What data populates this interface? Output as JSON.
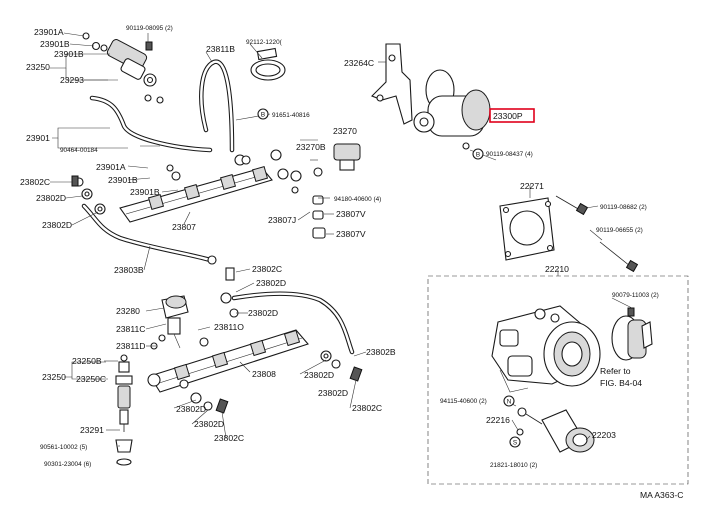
{
  "labels": {
    "p23901A_top": "23901A",
    "p23901B_top": "23901B",
    "p23250_top": "23250",
    "p23293": "23293",
    "p90119_08095": "90119-08095 (2)",
    "p23811B": "23811B",
    "p92112": "92112-1220(",
    "p90481": "91651-40816",
    "p23264C": "23264C",
    "p23300P": "23300P",
    "p90119_08437": "90119-08437 (4)",
    "p23901": "23901",
    "p90464": "90464-00184",
    "p23270": "23270",
    "p23270B": "23270B",
    "p23901A": "23901A",
    "p23901B_mid": "23901B",
    "p23802C_left": "23802C",
    "p23802D_left": "23802D",
    "p23901B_2": "23901B",
    "p94180": "94180-40600 (4)",
    "p23807V_1": "23807V",
    "p23807J": "23807J",
    "p23807V_2": "23807V",
    "p23802D_2": "23802D",
    "p23807": "23807",
    "p23803B": "23803B",
    "p22271": "22271",
    "p90119_08682": "90119-08682 (2)",
    "p90119_06655": "90119-06655 (2)",
    "p22210": "22210",
    "p23802C_mid": "23802C",
    "p23802D_mid": "23802D",
    "p23280": "23280",
    "p23802D_mid2": "23802D",
    "p23811C": "23811C",
    "p23811D": "23811D",
    "p23811O": "23811O",
    "p23250B": "23250B",
    "p23250_bot": "23250",
    "p23250C": "23250C",
    "p23808": "23808",
    "p23802D_r": "23802D",
    "p23802B": "23802B",
    "p23802D_b1": "23802D",
    "p23802D_b2": "23802D",
    "p23802C_b1": "23802C",
    "p23802C_b2": "23802C",
    "p23291": "23291",
    "p90561": "90561-10002 (5)",
    "p90301": "90301-23004 (6)",
    "p90079": "90079-11003 (2)",
    "p94115": "94115-40600 (2)",
    "p22216": "22216",
    "p22203": "22203",
    "p21821": "21821-18010 (2)",
    "refer_line1": "Refer to",
    "refer_line2": "FIG. B4-04",
    "marker_B_top": "B",
    "marker_B_right": "B",
    "marker_N": "N",
    "marker_S": "S",
    "footer_code": "MA A363-C"
  },
  "colors": {
    "line": "#1a1a1a",
    "highlight_box": "#e0001b"
  }
}
